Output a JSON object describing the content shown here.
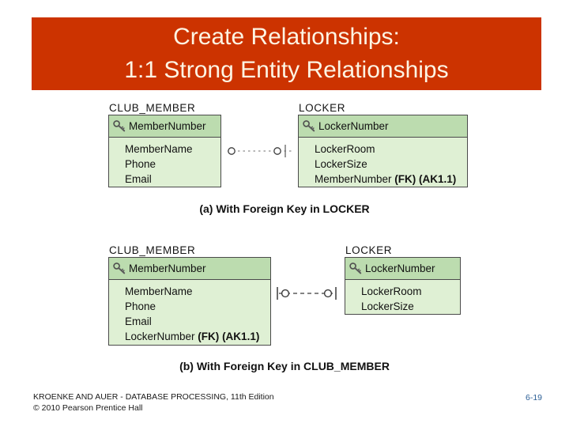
{
  "slide": {
    "title_lines": [
      "Create Relationships:",
      "1:1 Strong Entity Relationships"
    ],
    "banner_color": "#cc3300",
    "title_color": "#fdf4e3"
  },
  "figure": {
    "entity_header_color": "#bcdcaf",
    "entity_body_color": "#dff0d4",
    "entity_border_color": "#4a4a4a",
    "diagram_a": {
      "caption": "(a) With Foreign Key in LOCKER",
      "left_entity": {
        "label": "CLUB_MEMBER",
        "primary_key": "MemberNumber",
        "key_icon": "key-icon",
        "attributes": [
          "MemberName",
          "Phone",
          "Email"
        ]
      },
      "right_entity": {
        "label": "LOCKER",
        "primary_key": "LockerNumber",
        "key_icon": "key-icon",
        "attributes": [
          "LockerRoom",
          "LockerSize",
          "MemberNumber (FK) (AK1.1)"
        ]
      },
      "relationship": {
        "type": "1:1 optional-optional",
        "line_style": "dashed",
        "left_symbol": "optional-circle",
        "right_symbol": "optional-circle-with-one-bar"
      }
    },
    "diagram_b": {
      "caption": "(b) With Foreign Key in CLUB_MEMBER",
      "left_entity": {
        "label": "CLUB_MEMBER",
        "primary_key": "MemberNumber",
        "key_icon": "key-icon",
        "attributes": [
          "MemberName",
          "Phone",
          "Email",
          "LockerNumber (FK) (AK1.1)"
        ]
      },
      "right_entity": {
        "label": "LOCKER",
        "primary_key": "LockerNumber",
        "key_icon": "key-icon",
        "attributes": [
          "LockerRoom",
          "LockerSize"
        ]
      },
      "relationship": {
        "type": "1:1 optional-optional",
        "line_style": "dashed",
        "left_symbol": "one-bar-with-optional-circle",
        "right_symbol": "optional-circle-with-one-bar"
      }
    }
  },
  "footer": {
    "credit_line_1": "KROENKE AND AUER - DATABASE PROCESSING, 11th Edition",
    "credit_line_2": "© 2010 Pearson Prentice Hall",
    "page_number": "6-19",
    "page_number_color": "#2c5f96"
  }
}
